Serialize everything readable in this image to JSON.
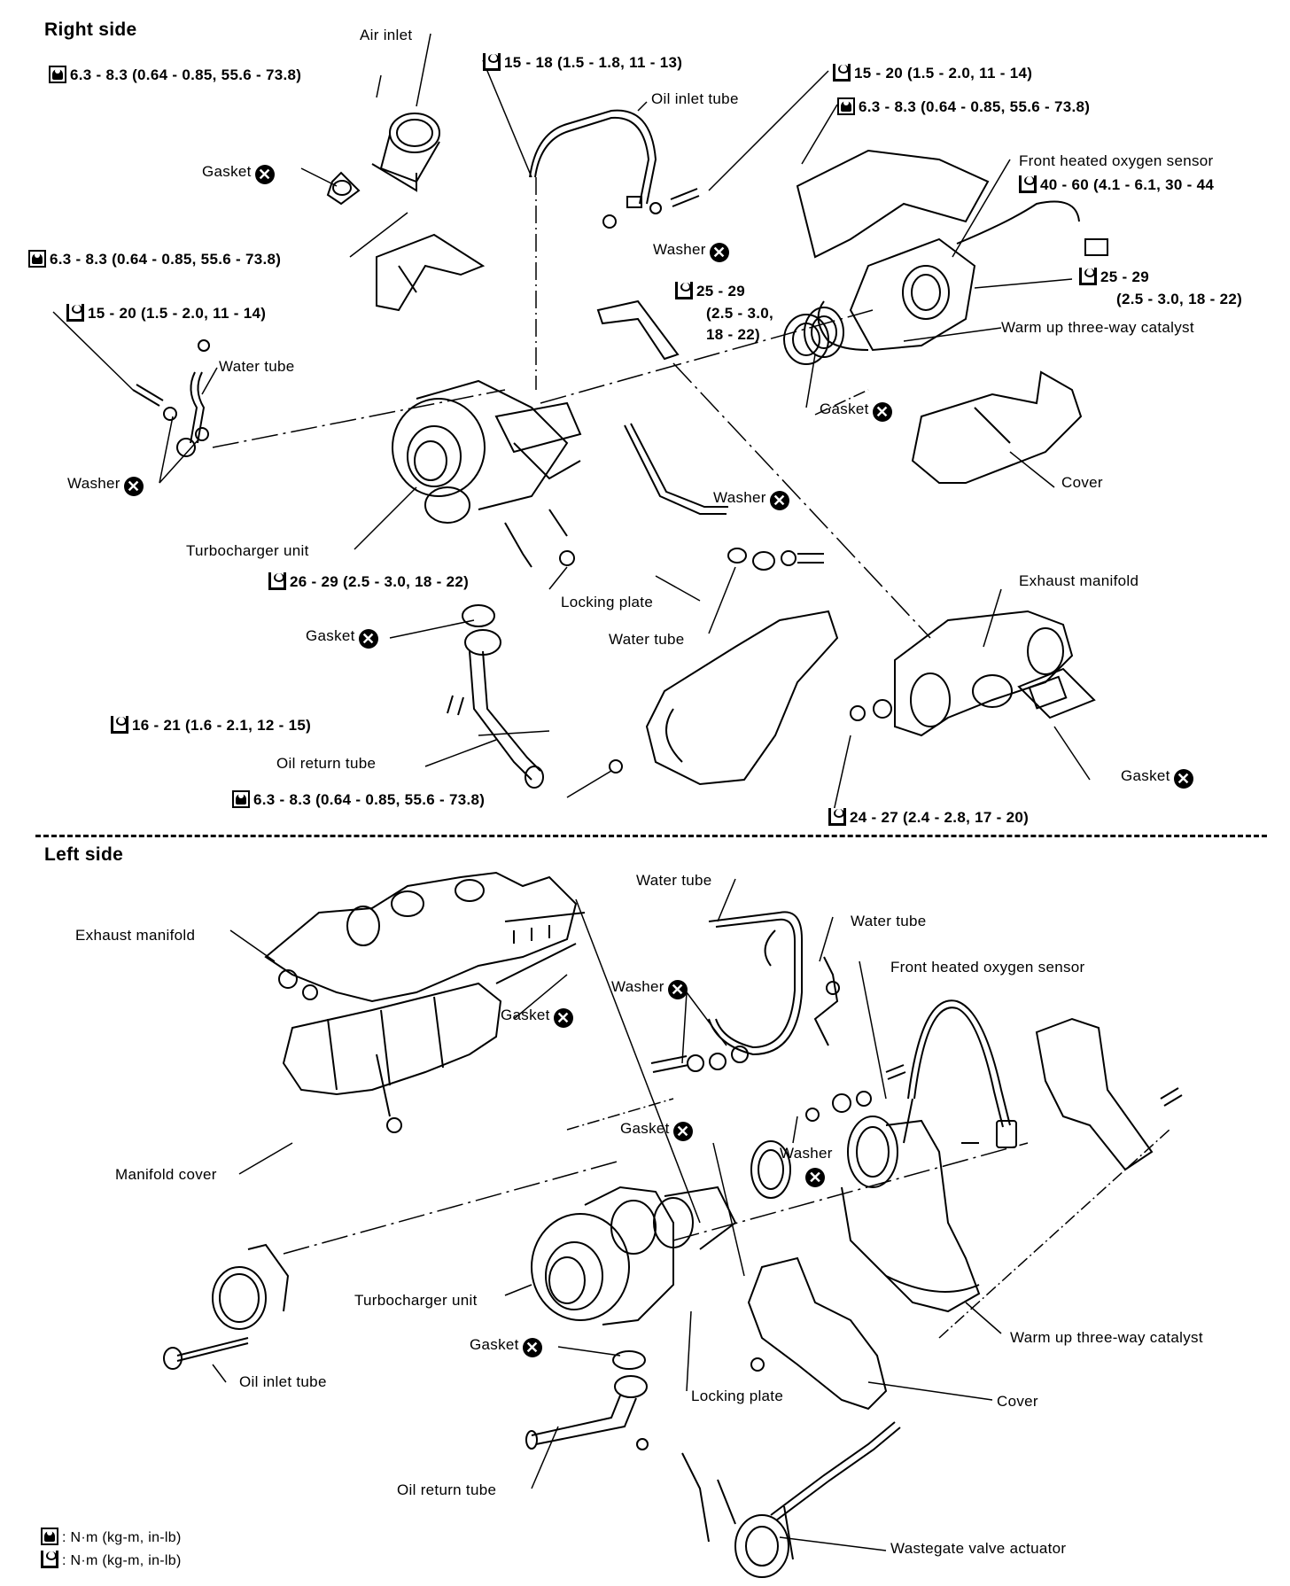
{
  "colors": {
    "ink": "#000000",
    "paper": "#ffffff"
  },
  "icons": {
    "torque_wrench": "torque-wrench-icon",
    "spanner": "spanner-icon",
    "replace_part": "do-not-reuse-x-icon"
  },
  "right_side": {
    "title": "Right side",
    "labels": {
      "air_inlet": "Air inlet",
      "oil_inlet_tube": "Oil inlet tube",
      "front_heated_oxygen_sensor": "Front heated oxygen sensor",
      "gasket_top": "Gasket",
      "washer_center": "Washer",
      "water_tube_left": "Water tube",
      "warm_up_catalyst": "Warm up three-way catalyst",
      "gasket_catalyst": "Gasket",
      "cover": "Cover",
      "washer_left": "Washer",
      "washer_mid": "Washer",
      "turbocharger_unit": "Turbocharger unit",
      "locking_plate": "Locking plate",
      "water_tube_mid": "Water tube",
      "exhaust_manifold": "Exhaust manifold",
      "gasket_oil": "Gasket",
      "oil_return_tube": "Oil return tube",
      "gasket_manifold": "Gasket"
    },
    "torques": {
      "t1": "6.3 - 8.3 (0.64 - 0.85, 55.6 - 73.8)",
      "t2": "15 - 18 (1.5 - 1.8, 11 - 13)",
      "t3": "15 - 20 (1.5 - 2.0, 11 - 14)",
      "t4": "6.3 - 8.3 (0.64 - 0.85, 55.6 - 73.8)",
      "t5": "40 - 60 (4.1 - 6.1, 30 - 44",
      "t6": "6.3 - 8.3 (0.64 - 0.85, 55.6 - 73.8)",
      "t7": "15 - 20 (1.5 - 2.0, 11 - 14)",
      "t8_a": "25 - 29",
      "t8_b": "(2.5 - 3.0,",
      "t8_c": "18 - 22)",
      "t9_a": "25 - 29",
      "t9_b": "(2.5 - 3.0, 18 - 22)",
      "t10": "26 - 29 (2.5 - 3.0, 18 - 22)",
      "t11": "16 - 21 (1.6 - 2.1, 12 - 15)",
      "t12": "6.3 - 8.3 (0.64 - 0.85, 55.6 - 73.8)",
      "t13": "24 - 27 (2.4 - 2.8, 17 - 20)"
    }
  },
  "left_side": {
    "title": "Left side",
    "labels": {
      "water_tube_a": "Water tube",
      "water_tube_b": "Water tube",
      "exhaust_manifold": "Exhaust manifold",
      "front_heated_oxygen_sensor": "Front heated oxygen sensor",
      "washer_a": "Washer",
      "gasket_a": "Gasket",
      "gasket_b": "Gasket",
      "washer_b": "Washer",
      "manifold_cover": "Manifold cover",
      "turbocharger_unit": "Turbocharger unit",
      "warm_up_catalyst": "Warm up three-way catalyst",
      "gasket_c": "Gasket",
      "oil_inlet_tube": "Oil inlet tube",
      "locking_plate": "Locking plate",
      "cover": "Cover",
      "oil_return_tube": "Oil return tube",
      "wastegate_valve_actuator": "Wastegate valve actuator"
    }
  },
  "legend": {
    "wrench_unit": ": N·m (kg-m, in-lb)",
    "spanner_unit": ": N·m (kg-m, in-lb)"
  },
  "replace_mark": "✕"
}
